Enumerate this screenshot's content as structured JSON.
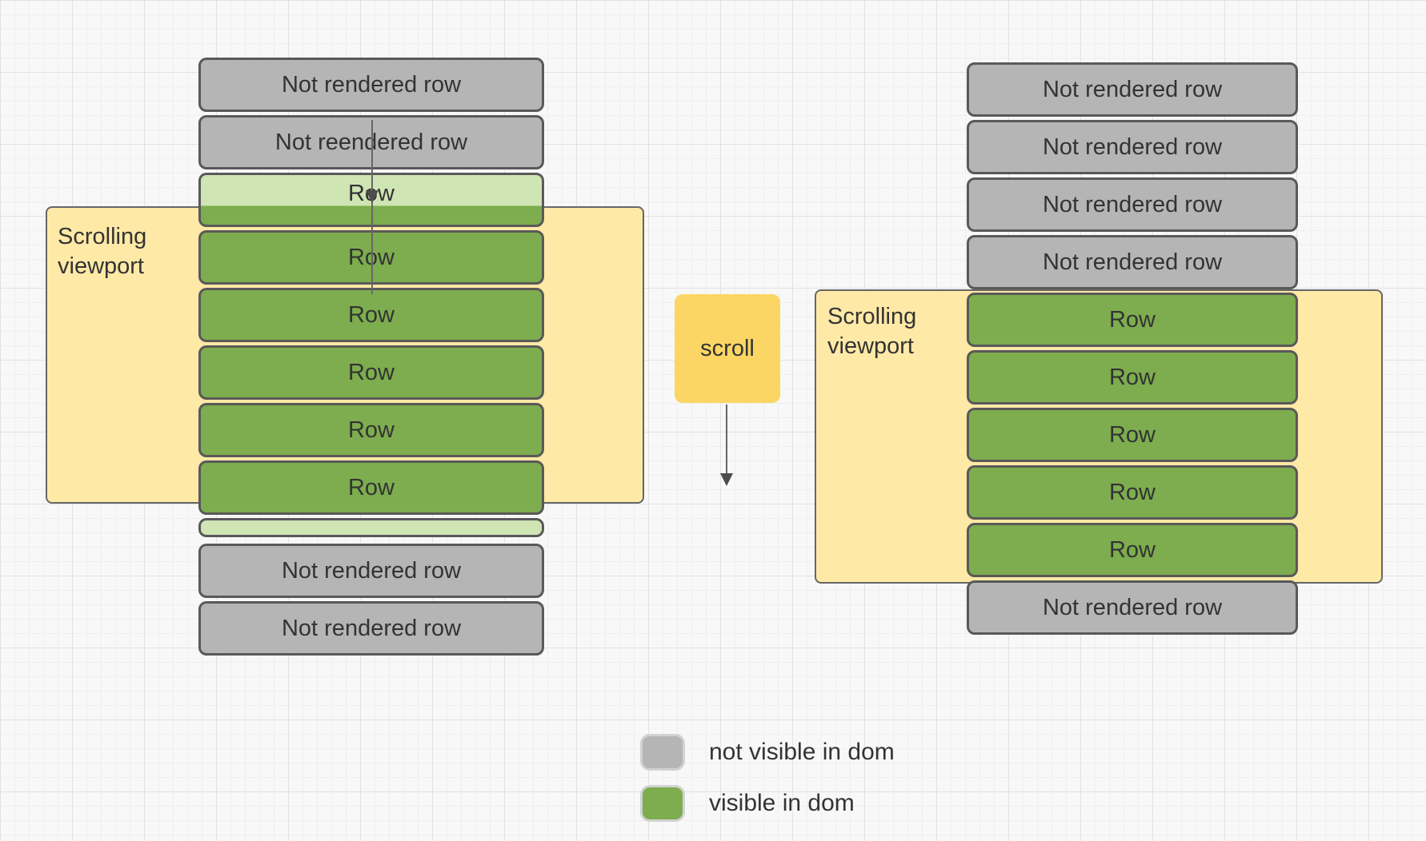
{
  "left": {
    "viewport_label": "Scrolling viewport",
    "rows": [
      {
        "label": "Not rendered row",
        "state": "not-rendered"
      },
      {
        "label": "Not reendered row",
        "state": "not-rendered"
      },
      {
        "label": "Row",
        "state": "partially-visible"
      },
      {
        "label": "Row",
        "state": "visible"
      },
      {
        "label": "Row",
        "state": "visible"
      },
      {
        "label": "Row",
        "state": "visible"
      },
      {
        "label": "Row",
        "state": "visible"
      },
      {
        "label": "Row",
        "state": "visible"
      },
      {
        "label": "",
        "state": "partially-visible"
      },
      {
        "label": "Not rendered row",
        "state": "not-rendered"
      },
      {
        "label": "Not rendered row",
        "state": "not-rendered"
      }
    ]
  },
  "scroll_box": {
    "label": "scroll"
  },
  "right": {
    "viewport_label": "Scrolling viewport",
    "rows": [
      {
        "label": "Not rendered row",
        "state": "not-rendered"
      },
      {
        "label": "Not rendered row",
        "state": "not-rendered"
      },
      {
        "label": "Not rendered row",
        "state": "not-rendered"
      },
      {
        "label": "Not rendered row",
        "state": "not-rendered"
      },
      {
        "label": "Row",
        "state": "visible"
      },
      {
        "label": "Row",
        "state": "visible"
      },
      {
        "label": "Row",
        "state": "visible"
      },
      {
        "label": "Row",
        "state": "visible"
      },
      {
        "label": "Row",
        "state": "visible"
      },
      {
        "label": "Not rendered row",
        "state": "not-rendered"
      }
    ]
  },
  "legend": {
    "items": [
      {
        "label": "not visible in dom",
        "swatch": "gray"
      },
      {
        "label": "visible in dom",
        "swatch": "green"
      }
    ]
  },
  "colors": {
    "row_gray": "#b5b5b5",
    "row_green": "#7dad4e",
    "row_green_light": "#cfe5b4",
    "viewport_yellow": "#ffe9a6",
    "scroll_yellow": "#fbd664",
    "border_dark": "#595959",
    "text": "#333333"
  }
}
